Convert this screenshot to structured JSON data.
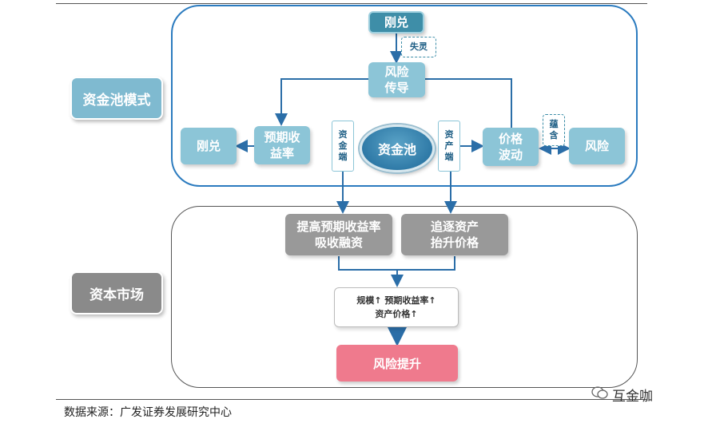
{
  "side_labels": {
    "pool_mode": "资金池模式",
    "capital_market": "资本市场"
  },
  "top": {
    "gangdui_top": "刚兑",
    "shiling": "失灵",
    "risk_transfer": [
      "风险",
      "传导"
    ],
    "gangdui_left": "刚兑",
    "expected_yield": [
      "预期收",
      "益率"
    ],
    "fund_side": [
      "资",
      "金",
      "端"
    ],
    "pool": "资金池",
    "asset_side": [
      "资",
      "产",
      "端"
    ],
    "price_volatility": [
      "价格",
      "波动"
    ],
    "contain": [
      "蕴",
      "含"
    ],
    "risk_right": "风险"
  },
  "bottom": {
    "raise_yield": [
      "提高预期收益率",
      "吸收融资"
    ],
    "chase_assets": [
      "追逐资产",
      "抬升价格"
    ],
    "result_line1": "规模↑ 预期收益率↑",
    "result_line2": "资产价格↑",
    "risk_up": "风险提升"
  },
  "source": "数据来源：广发证券发展研究中心",
  "watermark": "互金咖",
  "colors": {
    "blue_line": "#2b6ea8",
    "light_blue": "#8cc5d7",
    "teal": "#3e8ea8",
    "gray": "#999999",
    "pink": "#ef7a8d"
  }
}
